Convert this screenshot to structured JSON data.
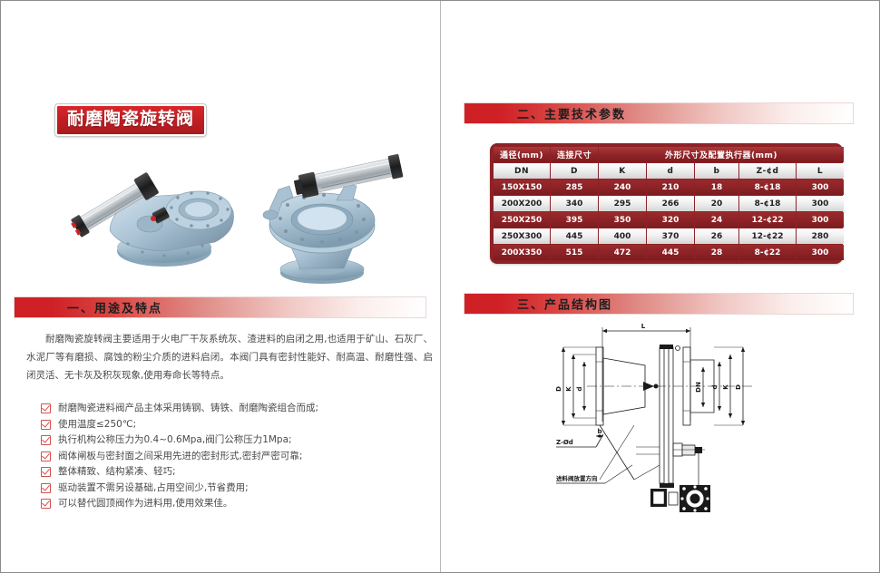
{
  "document": {
    "title_badge": "耐磨陶瓷旋转阀"
  },
  "sections": {
    "uses": {
      "heading": "一、用途及特点",
      "paragraph": "耐磨陶瓷旋转阀主要适用于火电厂干灰系统灰、渣进料的启闭之用,也适用于矿山、石灰厂、水泥厂等有磨损、腐蚀的粉尘介质的进料启闭。本阀门具有密封性能好、耐高温、耐磨性强、启闭灵活、无卡灰及积灰现象,使用寿命长等特点。",
      "features": [
        "耐磨陶瓷进料阀产品主体采用铸钢、铸铁、耐磨陶瓷组合而成;",
        "使用温度≤250℃;",
        "执行机构公称压力为0.4~0.6Mpa,阀门公称压力1Mpa;",
        "阀体闸板与密封面之间采用先进的密封形式,密封严密可靠;",
        "整体精致、结构紧凑、轻巧;",
        "驱动装置不需另设基础,占用空间少,节省费用;",
        "可以替代圆顶阀作为进料用,使用效果佳。"
      ]
    },
    "parameters": {
      "heading": "二、主要技术参数",
      "table": {
        "group_headers": [
          {
            "label": "通径(mm)",
            "span": 1
          },
          {
            "label": "连接尺寸",
            "span": 1
          },
          {
            "label": "外形尺寸及配置执行器(mm)",
            "span": 5
          }
        ],
        "sub_headers": [
          "DN",
          "D",
          "K",
          "d",
          "b",
          "Z-¢d",
          "L"
        ],
        "rows": [
          [
            "150X150",
            "285",
            "240",
            "210",
            "18",
            "8-¢18",
            "300"
          ],
          [
            "200X200",
            "340",
            "295",
            "266",
            "20",
            "8-¢18",
            "300"
          ],
          [
            "250X250",
            "395",
            "350",
            "320",
            "24",
            "12-¢22",
            "300"
          ],
          [
            "250X300",
            "445",
            "400",
            "370",
            "26",
            "12-¢22",
            "280"
          ],
          [
            "200X350",
            "515",
            "472",
            "445",
            "28",
            "8-¢22",
            "300"
          ]
        ]
      }
    },
    "structure": {
      "heading": "三、产品结构图",
      "drawing_labels": {
        "overall_length": "L",
        "flange_outer": "D",
        "bolt_circle": "K",
        "bore_d": "d",
        "nominal_dn": "DN",
        "thickness_b": "b",
        "bolt_note": "Z-Ød",
        "orientation_note": "进料阀放置方向"
      }
    }
  },
  "colors": {
    "accent_red": "#cf2026",
    "table_dark_red": "#8b2226",
    "badge_red": "#c21f24",
    "text_gray": "#4a4a4a",
    "valve_body": "#aec6d6"
  }
}
